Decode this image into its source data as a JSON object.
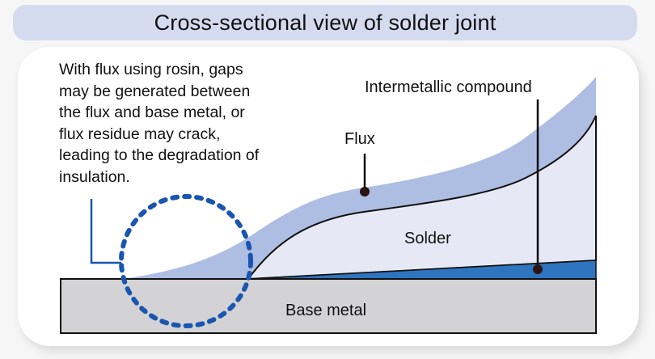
{
  "title": "Cross-sectional view of solder joint",
  "description": "With flux using rosin, gaps\nmay be generated between\nthe flux and base metal, or\nflux residue may crack,\nleading to the degradation of\ninsulation.",
  "labels": {
    "intermetallic": "Intermetallic compound",
    "flux": "Flux",
    "solder": "Solder",
    "base_metal": "Base metal"
  },
  "colors": {
    "title_bg": "#d5dbef",
    "flux": "#aebde2",
    "solder": "#e6e9f5",
    "intermetallic": "#2f74bf",
    "base_metal": "#d3d3d5",
    "highlight_circle": "#1a55b0"
  }
}
